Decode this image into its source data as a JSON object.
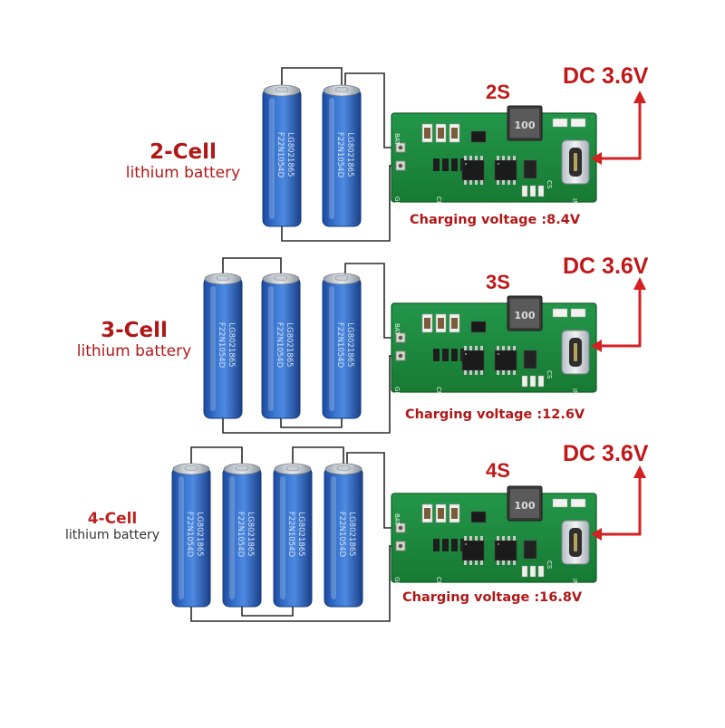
{
  "diagram": {
    "configurations": [
      {
        "cell_label": "2-Cell",
        "cell_sub": "lithium battery",
        "series": "2S",
        "input": "DC 3.6V",
        "charging_voltage": "Charging voltage :8.4V",
        "cells": 2
      },
      {
        "cell_label": "3-Cell",
        "cell_sub": "lithium battery",
        "series": "3S",
        "input": "DC 3.6V",
        "charging_voltage": "Charging voltage :12.6V",
        "cells": 3
      },
      {
        "cell_label": "4-Cell",
        "cell_sub": "lithium battery",
        "series": "4S",
        "input": "DC 3.6V",
        "charging_voltage": "Charging voltage :16.8V",
        "cells": 4
      }
    ],
    "board": {
      "inductor_marking": "100",
      "pin_labels": [
        "BAT",
        "GND",
        "IN",
        "CS",
        "CR"
      ]
    },
    "battery_text": [
      "LG8021865",
      "F22N1054D"
    ],
    "colors": {
      "label_red": "#b01818",
      "arrow_red": "#d42020",
      "board_green": "#1d8a3a",
      "battery_blue": "#2a5fb8",
      "wire": "#2a2a2a"
    }
  }
}
